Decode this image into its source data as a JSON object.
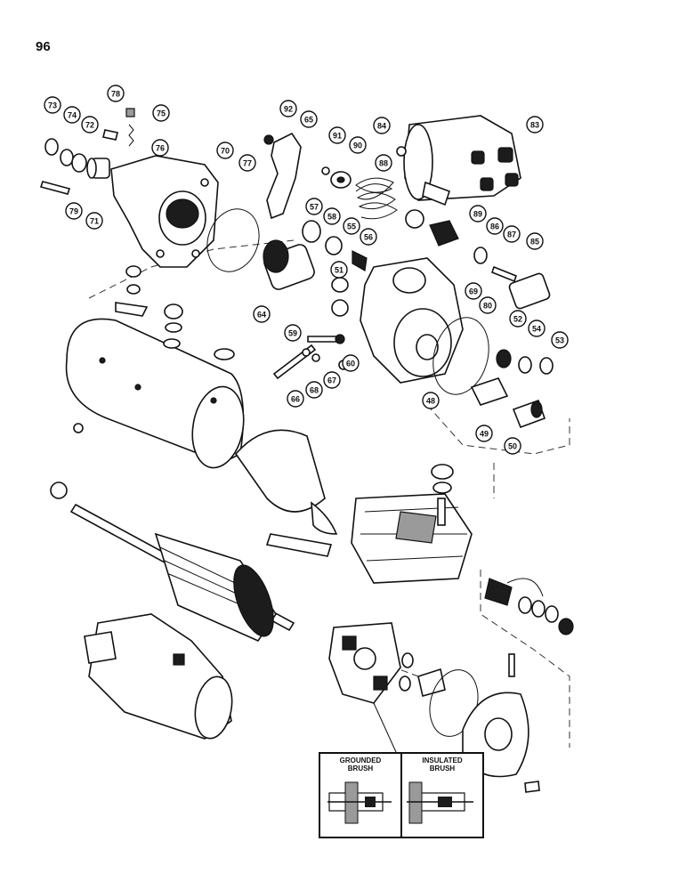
{
  "page": {
    "number": "96"
  },
  "callouts": [
    "73",
    "74",
    "72",
    "78",
    "75",
    "76",
    "79",
    "71",
    "70",
    "77",
    "92",
    "65",
    "91",
    "90",
    "84",
    "83",
    "88",
    "57",
    "58",
    "55",
    "56",
    "89",
    "86",
    "87",
    "85",
    "51",
    "69",
    "64",
    "80",
    "52",
    "54",
    "53",
    "59",
    "60",
    "66",
    "68",
    "67",
    "48",
    "49",
    "50"
  ],
  "inset": {
    "left_label": "GROUNDED\nBRUSH",
    "right_label": "INSULATED\nBRUSH"
  }
}
